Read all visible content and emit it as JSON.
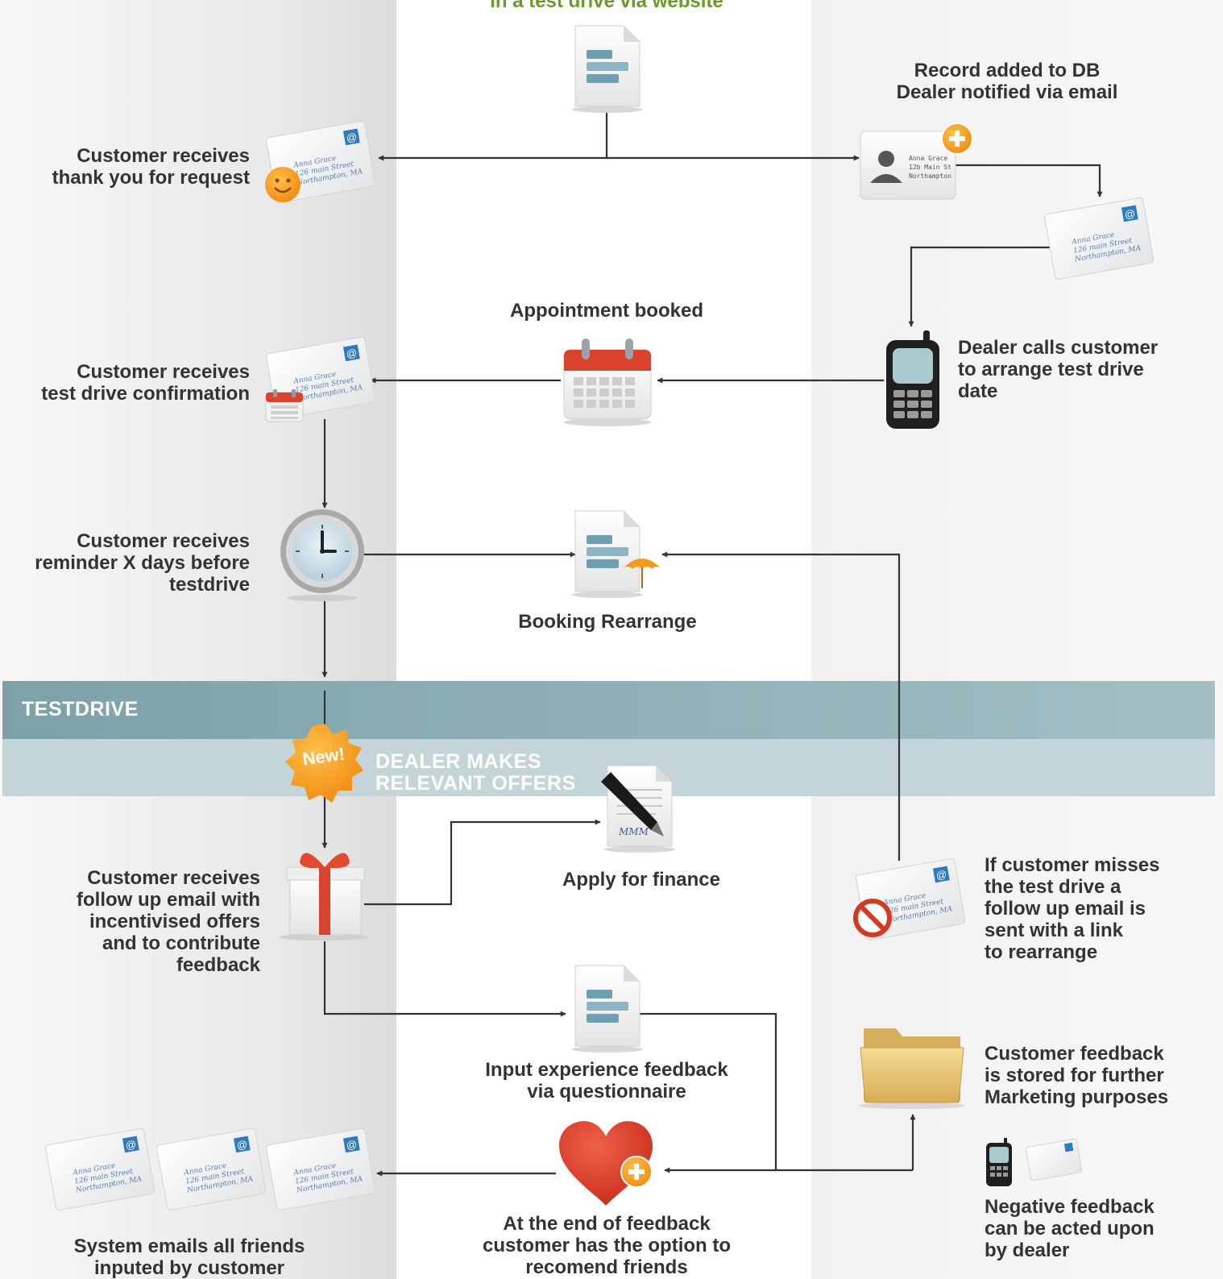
{
  "bands": {
    "testdrive": "TESTDRIVE",
    "offers_line1": "DEALER MAKES",
    "offers_line2": "RELEVANT OFFERS",
    "new_badge": "New!"
  },
  "steps": {
    "top_partial": "in a test drive via website",
    "record_line1": "Record added to DB",
    "record_line2": "Dealer notified via email",
    "thankyou_line1": "Customer receives",
    "thankyou_line2": "thank you for request",
    "appointment": "Appointment booked",
    "dealer_calls_line1": "Dealer calls customer",
    "dealer_calls_line2": "to arrange test drive",
    "dealer_calls_line3": "date",
    "confirmation_line1": "Customer receives",
    "confirmation_line2": "test drive confirmation",
    "reminder_line1": "Customer receives",
    "reminder_line2": "reminder X days before",
    "reminder_line3": "testdrive",
    "rearrange": "Booking Rearrange",
    "followup_line1": "Customer receives",
    "followup_line2": "follow up email with",
    "followup_line3": "incentivised offers",
    "followup_line4": "and to contribute",
    "followup_line5": "feedback",
    "finance": "Apply for finance",
    "missed_line1": "If customer misses",
    "missed_line2": "the test drive a",
    "missed_line3": "follow up email is",
    "missed_line4": "sent with a link",
    "missed_line5": "to rearrange",
    "questionnaire_line1": "Input experience feedback",
    "questionnaire_line2": "via questionnaire",
    "stored_line1": "Customer feedback",
    "stored_line2": "is stored for further",
    "stored_line3": "Marketing purposes",
    "negative_line1": "Negative feedback",
    "negative_line2": "can be acted upon",
    "negative_line3": "by dealer",
    "recommend_line1": "At the end of feedback",
    "recommend_line2": "customer has the option to",
    "recommend_line3": "recomend friends",
    "friends_line1": "System emails all friends",
    "friends_line2": "inputed by customer"
  },
  "envelope": {
    "name": "Anna Grace",
    "street": "126 main Street",
    "city": "Northampton, MA",
    "at": "@"
  },
  "card": {
    "name": "Anna Grace",
    "street": "12b Main St",
    "city": "Northampton"
  },
  "signature": "MMM",
  "icons": [
    "document-icon",
    "envelope-icon",
    "smiley-icon",
    "contact-card-icon",
    "plus-icon",
    "calendar-icon",
    "mobile-phone-icon",
    "clock-icon",
    "umbrella-icon",
    "new-badge-icon",
    "gift-icon",
    "pen-signature-icon",
    "no-entry-icon",
    "folder-icon",
    "heart-icon"
  ],
  "colors": {
    "green_title": "#6a9a2a",
    "band_dark": "#7da1a9",
    "band_light": "#c3d5d9",
    "text": "#333333"
  }
}
